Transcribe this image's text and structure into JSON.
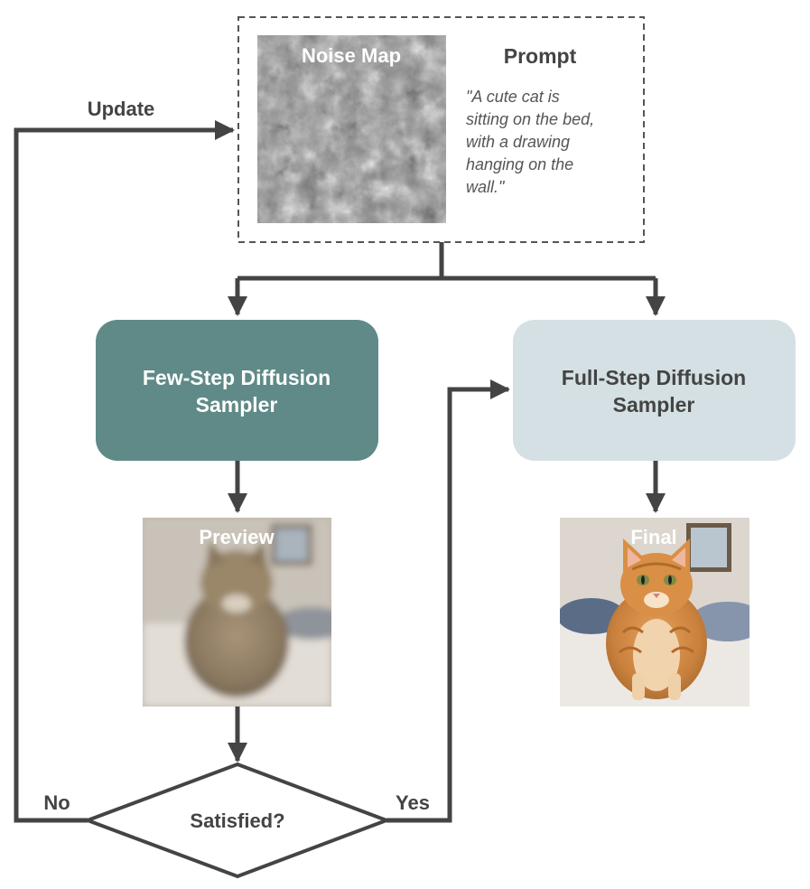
{
  "input_box": {
    "noise_map_label": "Noise Map",
    "prompt_heading": "Prompt",
    "prompt_lines": [
      "\"A cute cat is",
      "sitting on the bed,",
      "with a drawing",
      "hanging on the",
      "wall.\""
    ]
  },
  "labels": {
    "update": "Update",
    "no": "No",
    "yes": "Yes"
  },
  "few_step_box": {
    "line1": "Few-Step Diffusion",
    "line2": "Sampler",
    "fill": "#5f8a87",
    "text_color": "#ffffff"
  },
  "full_step_box": {
    "line1": "Full-Step Diffusion",
    "line2": "Sampler",
    "fill": "#d4e0e3",
    "text_color": "#444444"
  },
  "preview_image": {
    "label": "Preview"
  },
  "final_image": {
    "label": "Final"
  },
  "decision": {
    "label": "Satisfied?"
  },
  "colors": {
    "line": "#444444",
    "dashed_border": "#555555"
  }
}
